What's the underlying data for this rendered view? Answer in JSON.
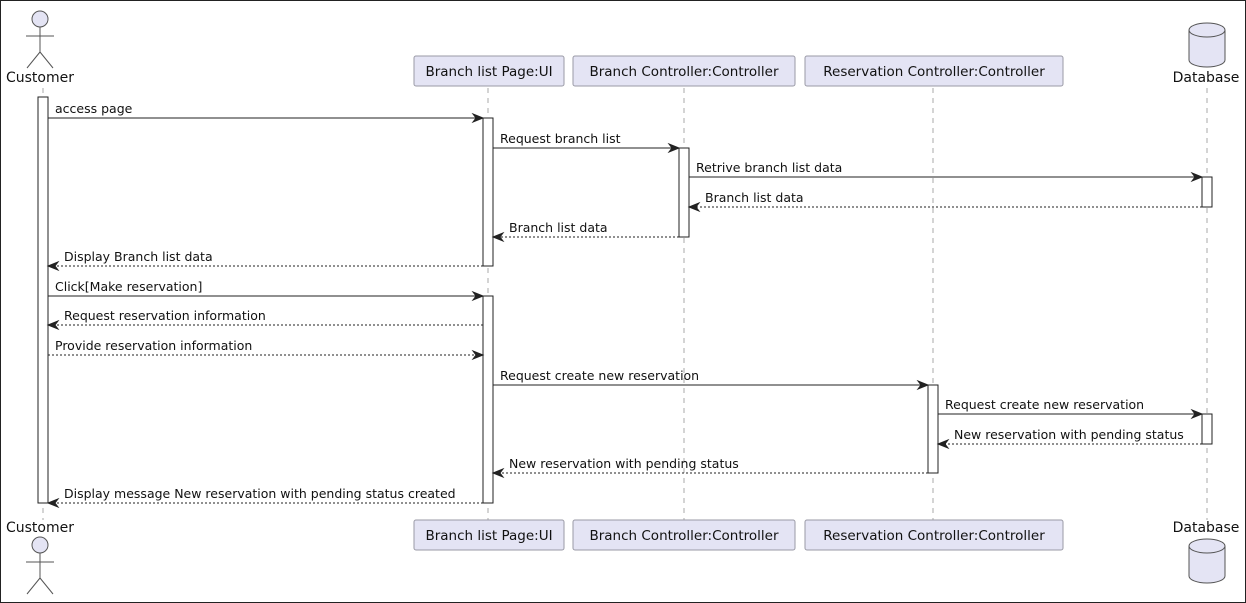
{
  "participants": [
    {
      "id": "customer",
      "label": "Customer",
      "kind": "actor"
    },
    {
      "id": "ui",
      "label": "Branch list Page:UI",
      "kind": "participant"
    },
    {
      "id": "branch",
      "label": "Branch Controller:Controller",
      "kind": "participant"
    },
    {
      "id": "reservation",
      "label": "Reservation Controller:Controller",
      "kind": "participant"
    },
    {
      "id": "database",
      "label": "Database",
      "kind": "database"
    }
  ],
  "messages": [
    {
      "from": "customer",
      "to": "ui",
      "label": "access page",
      "style": "solid"
    },
    {
      "from": "ui",
      "to": "branch",
      "label": "Request branch list",
      "style": "solid"
    },
    {
      "from": "branch",
      "to": "database",
      "label": "Retrive branch list data",
      "style": "solid"
    },
    {
      "from": "database",
      "to": "branch",
      "label": "Branch list data",
      "style": "dashed"
    },
    {
      "from": "branch",
      "to": "ui",
      "label": "Branch list data",
      "style": "dashed"
    },
    {
      "from": "ui",
      "to": "customer",
      "label": "Display Branch list data",
      "style": "dashed"
    },
    {
      "from": "customer",
      "to": "ui",
      "label": "Click[Make reservation]",
      "style": "solid"
    },
    {
      "from": "ui",
      "to": "customer",
      "label": "Request reservation information",
      "style": "dashed"
    },
    {
      "from": "customer",
      "to": "ui",
      "label": "Provide reservation information",
      "style": "dashed"
    },
    {
      "from": "ui",
      "to": "reservation",
      "label": "Request create new reservation",
      "style": "solid"
    },
    {
      "from": "reservation",
      "to": "database",
      "label": "Request create new reservation",
      "style": "solid"
    },
    {
      "from": "database",
      "to": "reservation",
      "label": "New reservation with pending status",
      "style": "dashed"
    },
    {
      "from": "reservation",
      "to": "ui",
      "label": "New reservation with pending status",
      "style": "dashed"
    },
    {
      "from": "ui",
      "to": "customer",
      "label": "Display  message New reservation with pending status created",
      "style": "dashed"
    }
  ]
}
